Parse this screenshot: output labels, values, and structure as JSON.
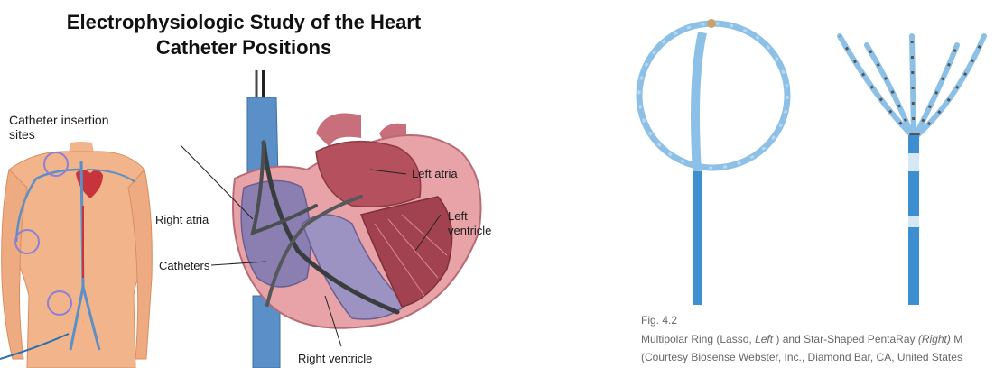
{
  "diagram": {
    "title_line1": "Electrophysiologic Study of the Heart",
    "title_line2": "Catheter Positions",
    "body_label_line1": "Catheter insertion",
    "body_label_line2": "sites",
    "labels": {
      "right_atria": "Right atria",
      "catheters": "Catheters",
      "left_atria": "Left atria",
      "left_ventricle_line1": "Left",
      "left_ventricle_line2": "ventricle",
      "right_ventricle": "Right ventricle"
    }
  },
  "figure": {
    "number": "Fig. 4.2",
    "caption_a": "Multipolar Ring (Lasso, ",
    "caption_left": "Left",
    "caption_b": " ) and Star-Shaped PentaRay ",
    "caption_right": "(Right)",
    "caption_c": " M",
    "credit": "(Courtesy Biosense Webster, Inc., Diamond Bar, CA, United States"
  },
  "colors": {
    "skin": "#f2b48a",
    "vessel_blue": "#5b8fc7",
    "heart_pink": "#e8a3a8",
    "heart_purple": "#8a7fb0",
    "catheter_dark": "#3a3d3f",
    "catheter_blue": "#3e8fd0",
    "catheter_light": "#8cc0e6"
  }
}
